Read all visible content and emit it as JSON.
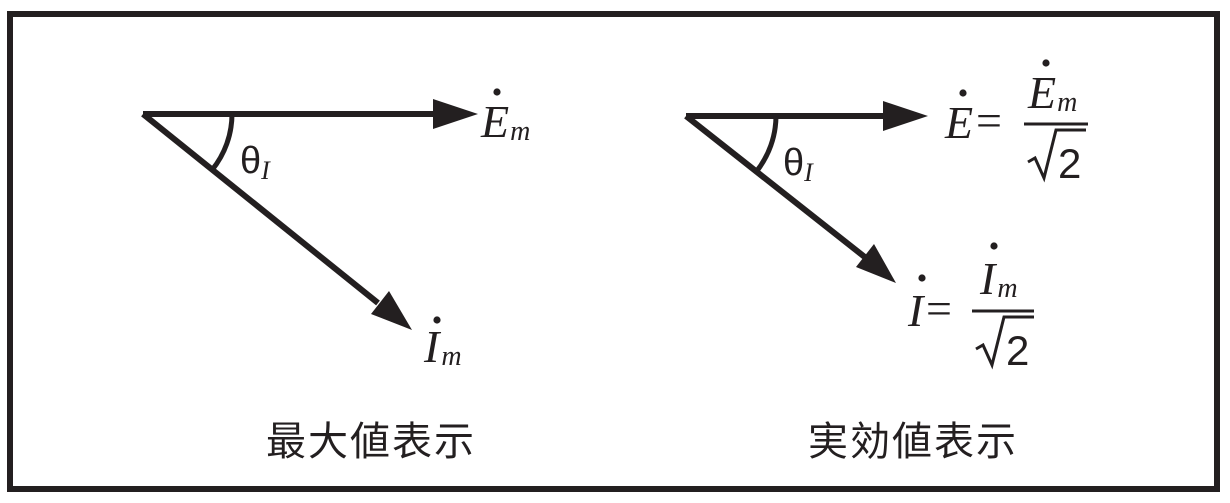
{
  "left_panel": {
    "caption": "最大値表示",
    "angle": {
      "symbol": "θ",
      "subscript": "I"
    },
    "voltage_label": {
      "symbol": "E",
      "subscript": "m"
    },
    "current_label": {
      "symbol": "I",
      "subscript": "m"
    }
  },
  "right_panel": {
    "caption": "実効値表示",
    "angle": {
      "symbol": "θ",
      "subscript": "I"
    },
    "voltage_equation": {
      "lhs": "E",
      "equals": "=",
      "numerator": {
        "symbol": "E",
        "subscript": "m"
      },
      "denominator": "2"
    },
    "current_equation": {
      "lhs": "I",
      "equals": "=",
      "numerator": {
        "symbol": "I",
        "subscript": "m"
      },
      "denominator": "2"
    }
  },
  "colors": {
    "ink": "#231f20",
    "background": "#ffffff"
  }
}
